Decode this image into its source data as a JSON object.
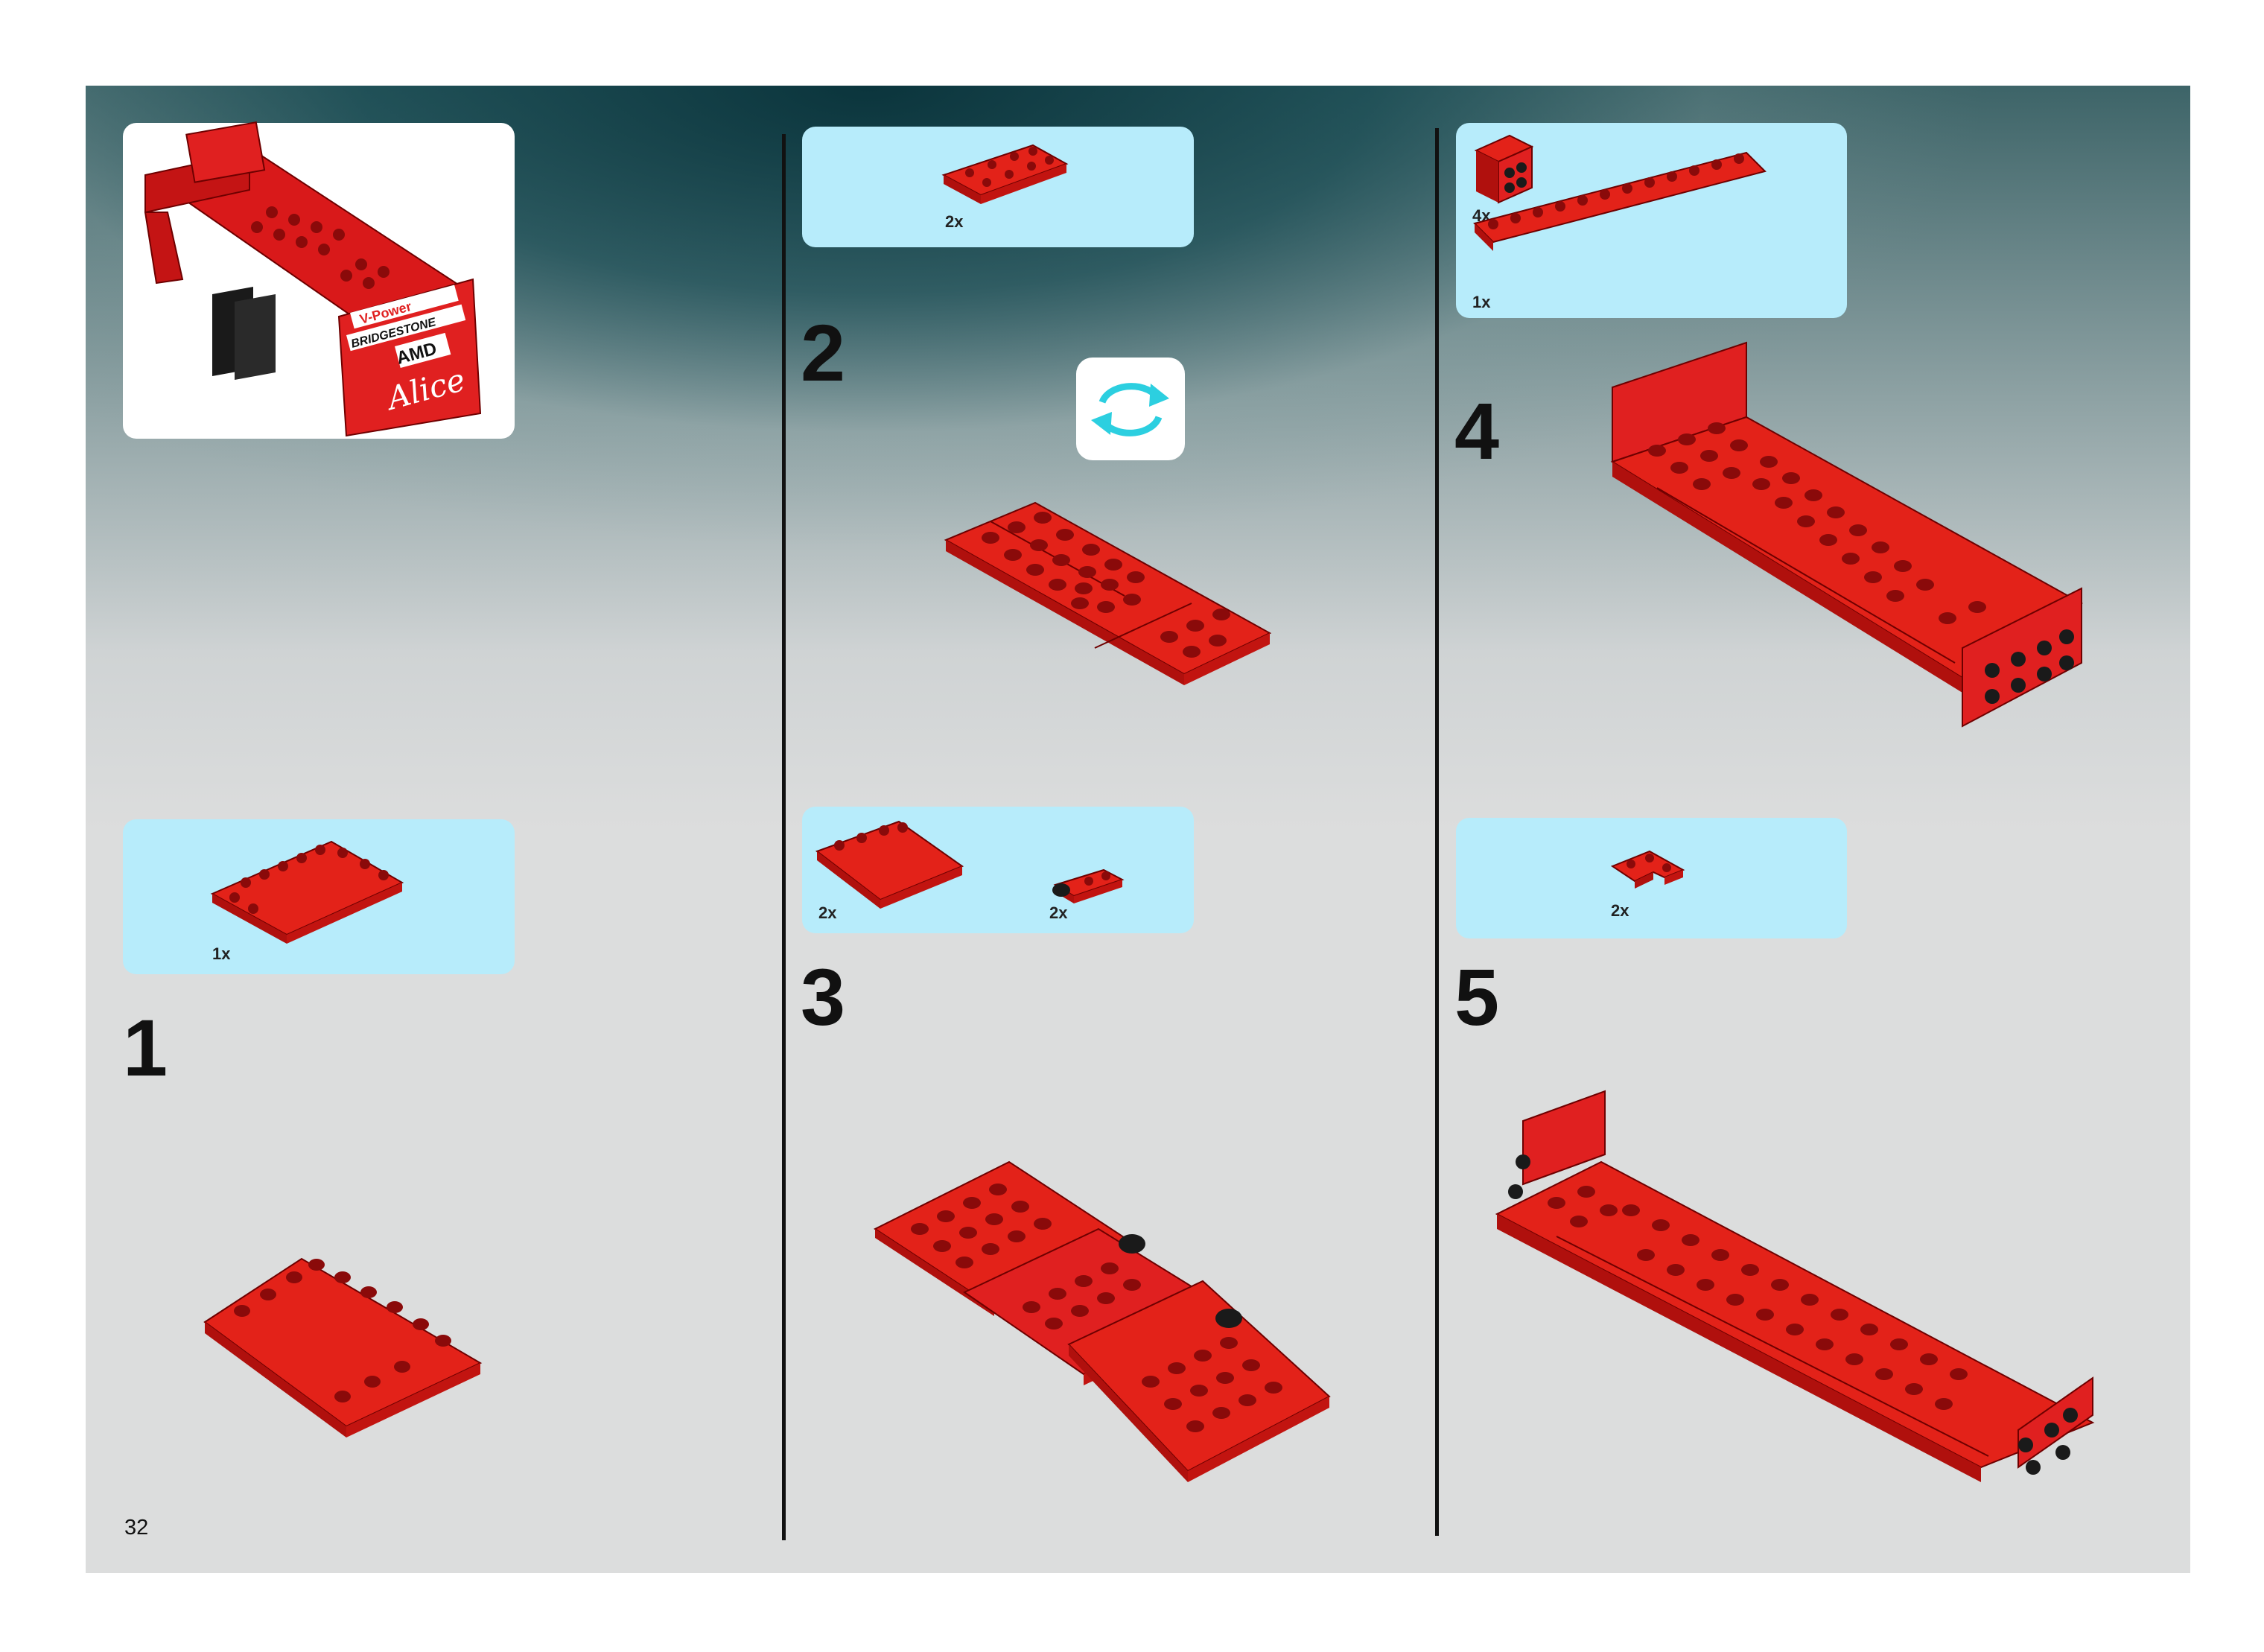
{
  "page_number": "32",
  "steps": [
    {
      "number": "1",
      "parts": [
        {
          "qty": "1x",
          "part": "red-4x6-tile-plate"
        }
      ]
    },
    {
      "number": "2",
      "parts": [
        {
          "qty": "2x",
          "part": "red-2x4-plate"
        }
      ],
      "rotate_icon": "rotate-model-icon"
    },
    {
      "number": "3",
      "parts": [
        {
          "qty": "2x",
          "part": "red-3x3-tile"
        },
        {
          "qty": "2x",
          "part": "red-1x2-clip-plate"
        }
      ]
    },
    {
      "number": "4",
      "parts": [
        {
          "qty": "4x",
          "part": "red-bracket"
        },
        {
          "qty": "1x",
          "part": "red-1x12-plate"
        }
      ]
    },
    {
      "number": "5",
      "parts": [
        {
          "qty": "2x",
          "part": "red-corner-plate"
        }
      ]
    }
  ],
  "thumbnail": {
    "sponsors": [
      "V-Power",
      "BRIDGESTONE",
      "AMD",
      "Alice"
    ]
  },
  "colors": {
    "part_red": "#e32219",
    "callout_bg": "#b7ecfb",
    "background": "#dcdddd",
    "teal": "#0e3b40"
  }
}
